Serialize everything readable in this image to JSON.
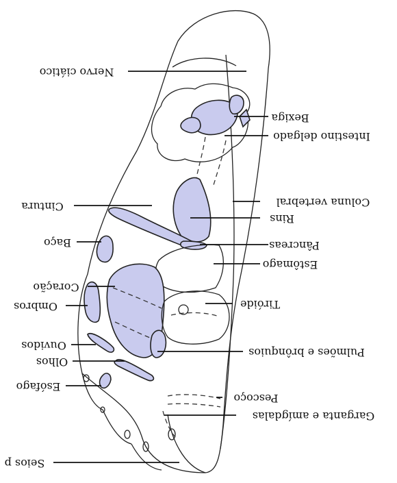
{
  "labels": {
    "nervo": "Nervo ciático",
    "bexiga": "Bexiga",
    "intestino": "Intestino delgado",
    "cintura": "Cintura",
    "coluna": "Coluna vertebral",
    "rins": "Rins",
    "baco": "Baço",
    "pancreas": "Pâncreas",
    "estomago": "Estômago",
    "coracao": "Coração",
    "ombros": "Ombros",
    "tiroide": "Tiróide",
    "ouvidos": "Ouvidos",
    "pulmoes": "Pulmões e brônquios",
    "olhos": "Olhos",
    "esofago": "Esófago",
    "pescoco": "Pescoço",
    "garganta": "Garganta e amígdalas",
    "seios": "Seios p"
  },
  "colors": {
    "organ_fill": "#c9cbee",
    "line": "#111111"
  }
}
